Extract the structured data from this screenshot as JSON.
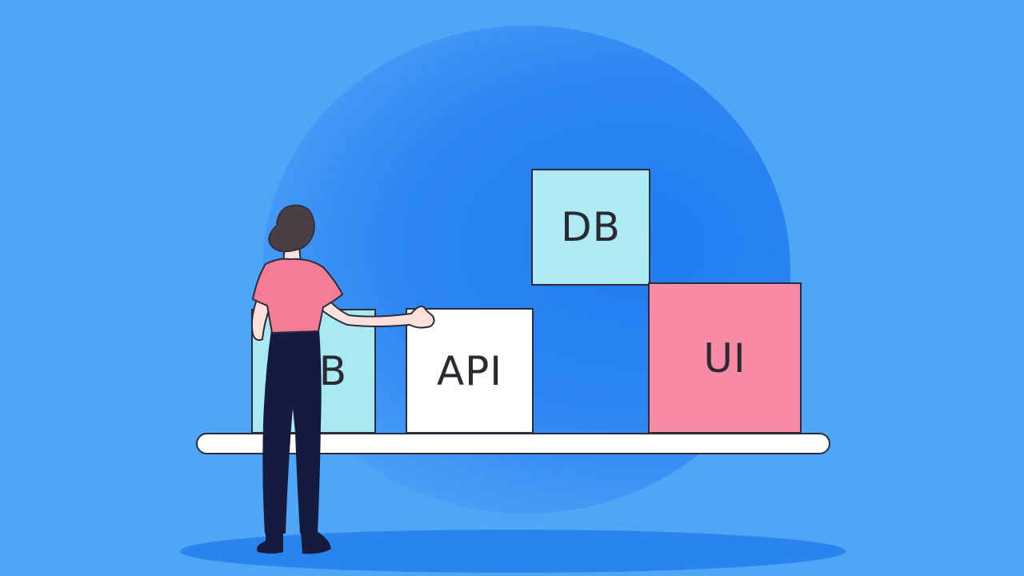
{
  "blocks": {
    "db_left_label": "B",
    "api_label": "API",
    "db_top_label": "DB",
    "ui_label": "UI"
  },
  "colors": {
    "background": "#4ea6f7",
    "circle": "#1f7cf0",
    "block_cyan": "#a9e9f1",
    "block_white": "#ffffff",
    "block_pink": "#f68aa7",
    "shirt": "#f47c95",
    "trousers": "#151a3f",
    "hair": "#4a3f45",
    "skin": "#fde0dc"
  }
}
